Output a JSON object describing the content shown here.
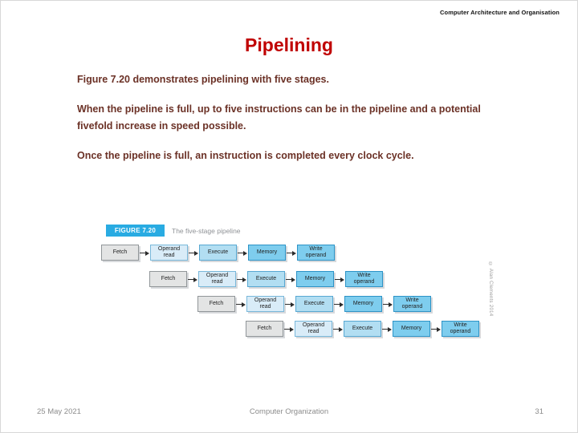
{
  "header": {
    "course_label": "Computer Architecture and Organisation"
  },
  "slide": {
    "title": "Pipelining",
    "paragraphs": [
      "Figure 7.20 demonstrates pipelining with five stages.",
      "When the pipeline is full, up to five instructions can be in the pipeline and a potential fivefold increase in speed possible.",
      "Once the pipeline is full, an instruction is completed every clock cycle."
    ]
  },
  "figure": {
    "badge": "FIGURE 7.20",
    "caption": "The five-stage pipeline",
    "credit": "© Alan Clements 2014",
    "stages": [
      "Fetch",
      "Operand read",
      "Execute",
      "Memory",
      "Write operand"
    ],
    "row_count": 4,
    "stagger_per_row_stages": 1
  },
  "footer": {
    "date": "25 May 2021",
    "center": "Computer Organization",
    "page": "31"
  },
  "colors": {
    "title": "#c00000",
    "body_text": "#6b3126",
    "accent_cyan": "#29abe2",
    "caption_gray": "#8f9296",
    "footer_gray": "#8c8c8c",
    "stage_fetch": "#e3e4e4",
    "stage_operand_read": "#d9ecf8",
    "stage_execute": "#b2def2",
    "stage_memory_write": "#7ecdee"
  }
}
